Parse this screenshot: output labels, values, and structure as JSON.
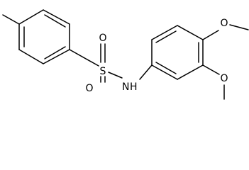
{
  "molecule": {
    "atoms": {
      "sulfur": "S",
      "oxygen_top": "O",
      "oxygen_bottom": "O",
      "nitrogen": "N",
      "hydrogen": "H",
      "methoxy_top_oxygen": "O",
      "methoxy_bottom_oxygen": "O"
    }
  },
  "colors": {
    "background": "#ffffff",
    "ink": "#000000"
  }
}
